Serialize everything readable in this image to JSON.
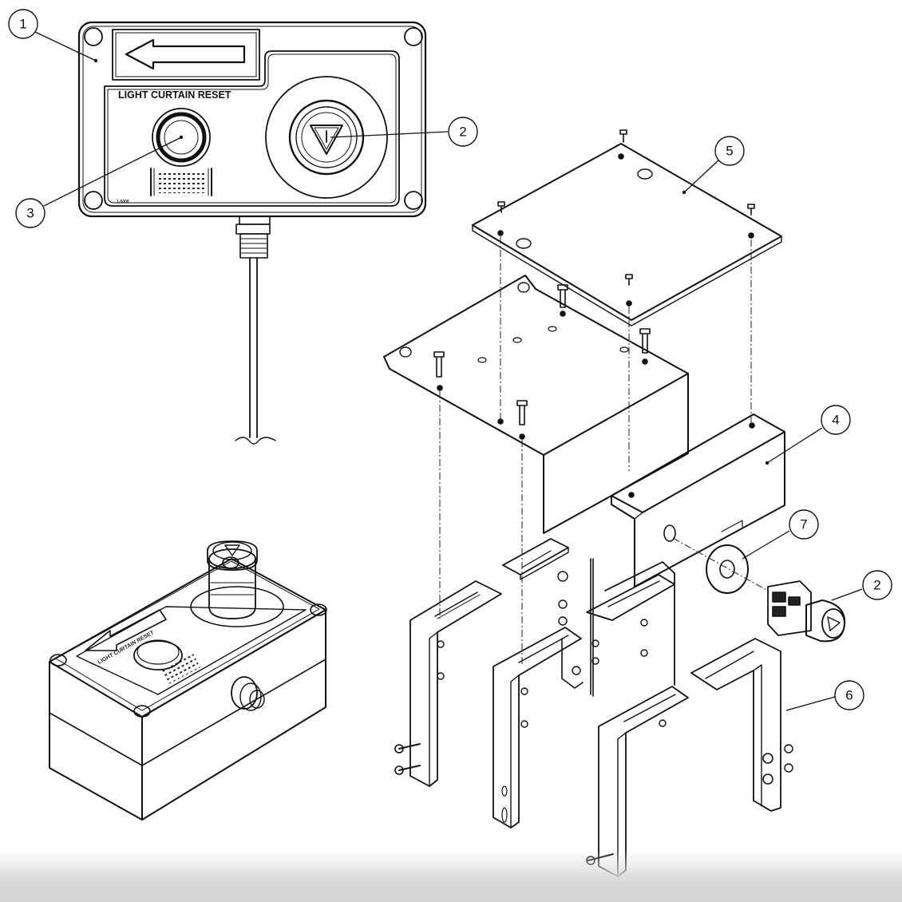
{
  "panel": {
    "label": "LIGHT CURTAIN RESET",
    "tiny_text_left": "1-5000"
  },
  "box_view": {
    "label": "LIGHT CURTAIN RESET"
  },
  "callouts": [
    {
      "number": "1",
      "part": "operator panel faceplate"
    },
    {
      "number": "2",
      "part": "emergency stop button"
    },
    {
      "number": "3",
      "part": "light curtain reset button"
    },
    {
      "number": "5",
      "part": "top cover plate"
    },
    {
      "number": "4",
      "part": "enclosure base"
    },
    {
      "number": "7",
      "part": "washer / gasket"
    },
    {
      "number": "2",
      "part": "emergency stop button (exploded)"
    },
    {
      "number": "6",
      "part": "mounting bracket"
    }
  ],
  "colors": {
    "line": "#111111",
    "background": "#ffffff",
    "fade": "#d6d6d6"
  }
}
